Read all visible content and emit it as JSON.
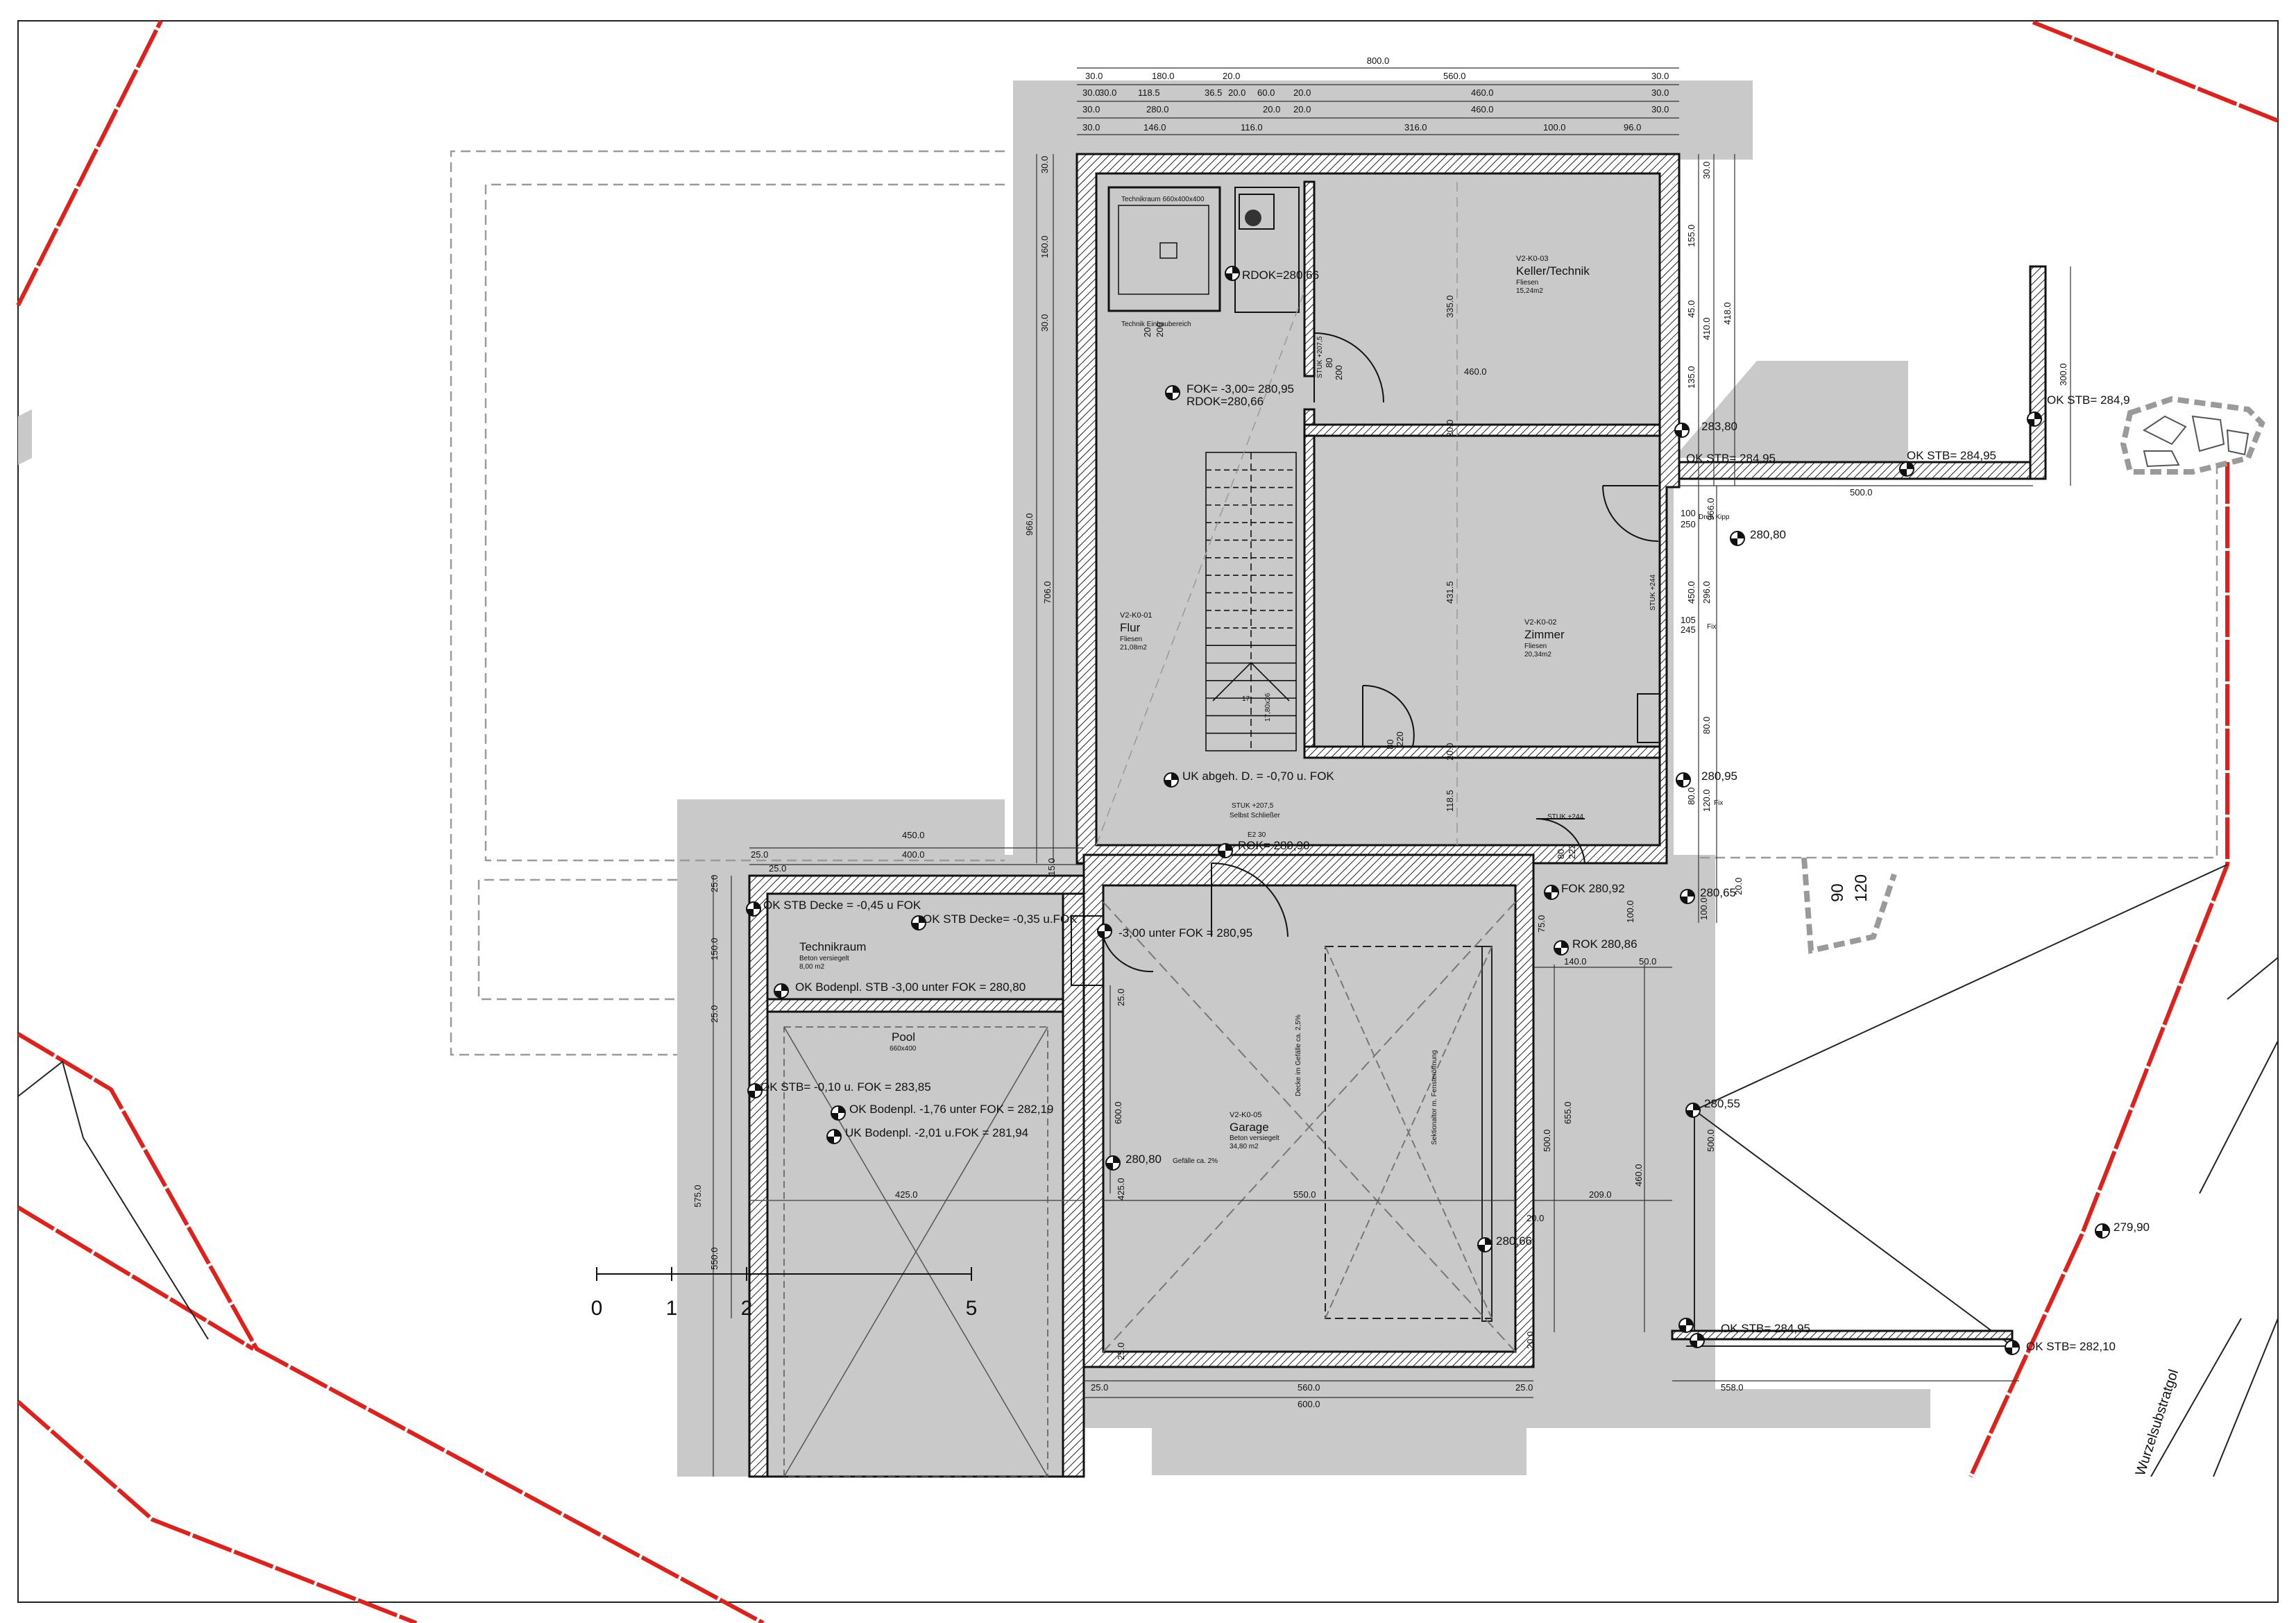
{
  "colors": {
    "terrain": "#c9c9c9",
    "wall_line": "#111111",
    "parcel_line": "#e0201a",
    "thin_line": "#222222",
    "dashed": "#9a9a9a"
  },
  "rooms": {
    "technik": {
      "code": "V2-K0-03",
      "name": "Keller/Technik",
      "floor": "Fliesen",
      "area": "15,24m2"
    },
    "zimmer": {
      "code": "V2-K0-02",
      "name": "Zimmer",
      "floor": "Fliesen",
      "area": "20,34m2"
    },
    "flur": {
      "code": "V2-K0-01",
      "name": "Flur",
      "floor": "Fliesen",
      "area": "21,08m2"
    },
    "garage": {
      "code": "V2-K0-05",
      "name": "Garage",
      "floor": "Beton versiegelt",
      "area": "34,80 m2"
    },
    "technikraum": {
      "name": "Technikraum",
      "floor": "Beton versiegelt",
      "area": "8,00 m2"
    },
    "pool": {
      "name": "Pool",
      "size": "660x400"
    }
  },
  "levels": {
    "rdok1": "RDOK=280,66",
    "fok1": "FOK= -3,00= 280,95",
    "rdok2": "RDOK=280,66",
    "okstb1": "OK STB= 284,9",
    "okstb2": "OK STB= 284,95",
    "okstb3": "OK STB= 284,95",
    "lvl28380": "283,80",
    "lvl28080a": "280,80",
    "uk_abgeh": "UK abgeh. D. = -0,70 u. FOK",
    "stuk2075": "STUK +207,5",
    "selbstschl": "Selbst Schließer",
    "rok1": "ROK= 280,90",
    "lvl28095": "280,95",
    "okstb_decke1": "OK STB Decke = -0,45 u FOK",
    "okstb_decke2": "OK STB Decke= -0,35 u.FOK",
    "fok_unter": "-3,00 unter FOK = 280,95",
    "okbodenpl1": "OK Bodenpl. STB -3,00 unter FOK = 280,80",
    "okstb_pool": "OK STB= -0,10 u. FOK = 283,85",
    "okbodenpl2": "OK Bodenpl. -1,76 unter FOK = 282,19",
    "ukbodenpl": "UK Bodenpl. -2,01 u.FOK = 281,94",
    "fok28092": "FOK 280,92",
    "lvl28065": "280,65",
    "rok28086": "ROK 280,86",
    "lvl28055": "280,55",
    "lvl28080b": "280,80",
    "lvl28066": "280,66",
    "lvl27990": "279,90",
    "okstb_bottom": "OK STB= 284,95",
    "okstb_28210": "OK STB= 282,10",
    "stuk207": "STUK +207,5",
    "stuk244a": "STUK +244",
    "stuk244b": "STUK +244",
    "e230": "E2 30"
  },
  "notes": {
    "decke_gefaelle": "Decke im Gefälle ca. 2,5%",
    "gefaelle": "Gefälle ca. 2%",
    "seitenfenster": "Sektionaltor m. Fensteröffnung",
    "dreh_kipp": "Dreh Kipp",
    "fix1": "Fix",
    "fix2": "Fix",
    "kessel": "Technikraum 660x400x400",
    "kessel_sub": "Technik Einbaubereich",
    "steps1": "17",
    "steps2": "17,80x26",
    "side_text": "Wurzelsubstratgol"
  },
  "dims": {
    "top": [
      "800.0",
      "30.0",
      "180.0",
      "20.0",
      "560.0",
      "30.0",
      "30.0",
      "30.0",
      "118.5",
      "36.5",
      "20.0",
      "60.0",
      "20.0",
      "460.0",
      "30.0",
      "30.0",
      "280.0",
      "20.0",
      "20.0",
      "460.0",
      "30.0",
      "30.0",
      "146.0",
      "116.0",
      "316.0",
      "100.0",
      "96.0"
    ],
    "right": [
      "30.0",
      "155.0",
      "45.0",
      "410.0",
      "135.0",
      "418.0",
      "300.0",
      "966.0",
      "100",
      "250",
      "450.0",
      "296.0",
      "80.0",
      "120.0",
      "105",
      "245",
      "80.0",
      "100.0",
      "20.0"
    ],
    "left": [
      "30.0",
      "160.0",
      "30.0",
      "966.0",
      "706.0"
    ],
    "inner": [
      "335.0",
      "460.0",
      "20.0",
      "431.5",
      "20.0",
      "118.5",
      "500.0"
    ],
    "lower": [
      "450.0",
      "25.0",
      "400.0",
      "25.0",
      "15.0",
      "25.0",
      "150.0",
      "25.0",
      "575.0",
      "550.0",
      "425.0",
      "550.0",
      "209.0",
      "500.0",
      "655.0",
      "460.0",
      "500.0",
      "25.0",
      "560.0",
      "25.0",
      "600.0",
      "558.0",
      "140.0",
      "50.0",
      "75.0",
      "100.0",
      "25.0",
      "25.0",
      "20.0",
      "20.0",
      "425.0",
      "600.0"
    ],
    "door": [
      "80",
      "200",
      "80",
      "220",
      "80",
      "222",
      "20",
      "200"
    ]
  },
  "scale": {
    "ticks": [
      "0",
      "1",
      "2",
      "5"
    ]
  },
  "axis_marks": {
    "a": "90",
    "b": "120"
  }
}
